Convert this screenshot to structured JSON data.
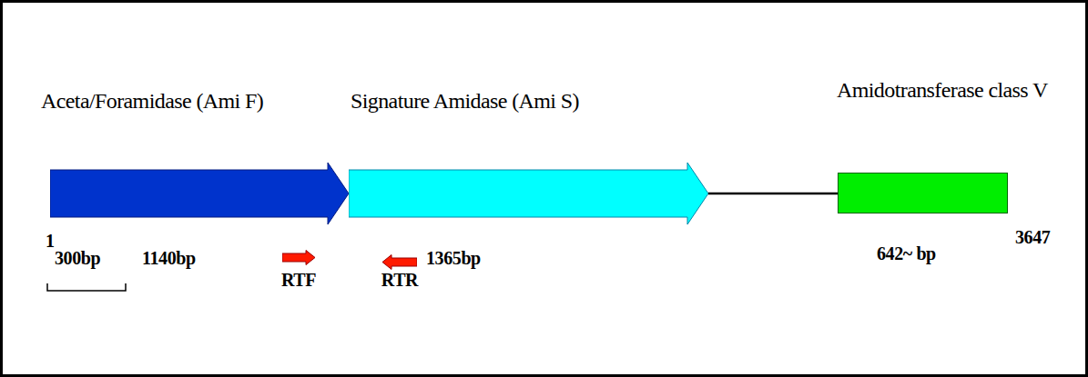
{
  "diagram": {
    "nodes": [
      {
        "text": [
          "Aceta/Foramidase (Ami F)"
        ]
      },
      {
        "text": [
          "Signature Amidase (Ami S)"
        ]
      },
      {
        "text": [
          "Amidotransferase class V"
        ]
      },
      {
        "text": [
          "RTF"
        ]
      },
      {
        "text": [
          "RTR"
        ]
      }
    ],
    "edges": [
      {
        "from": 1,
        "to": 2,
        "arrow": "none"
      }
    ],
    "labels": [
      "1",
      "300bp",
      "1140bp",
      "1365bp",
      "642~ bp",
      "3647"
    ]
  }
}
